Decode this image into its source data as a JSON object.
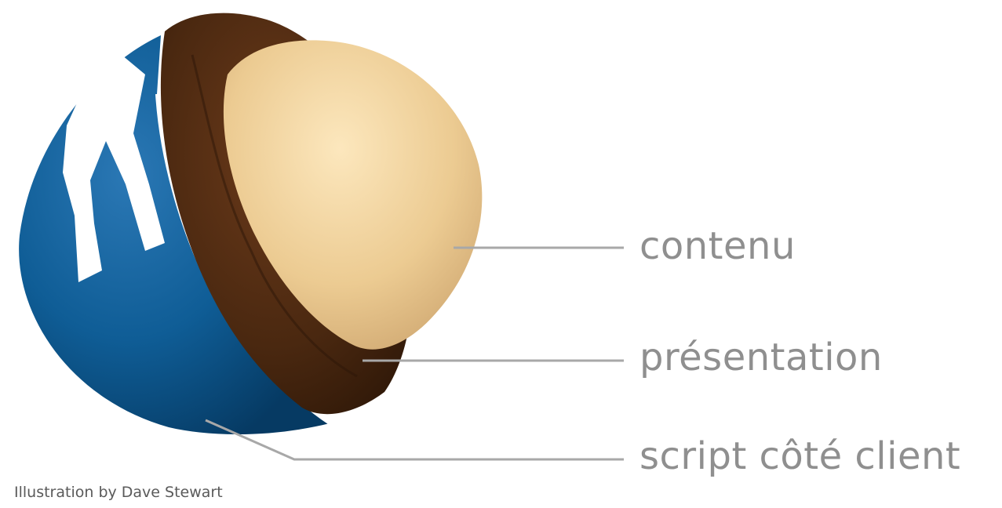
{
  "labels": {
    "content": "contenu",
    "presentation": "présentation",
    "script": "script côté client"
  },
  "credit": "Illustration by Dave Stewart",
  "colors": {
    "shell_blue": "#0f5d96",
    "shell_stripe": "#ffffff",
    "chocolate": "#4a2810",
    "core": "#eccb92",
    "leader_line": "#a8a8a8",
    "label_text": "#8f8f8f",
    "credit_text": "#5a5a5a"
  }
}
